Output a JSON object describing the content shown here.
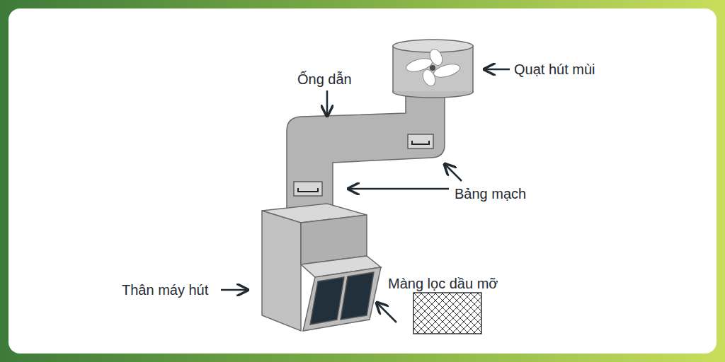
{
  "diagram": {
    "labels": [
      "Quạt hút mùi",
      "Ống dẫn",
      "Bảng mạch",
      "Thân máy hút",
      "Màng lọc dầu mỡ"
    ]
  }
}
